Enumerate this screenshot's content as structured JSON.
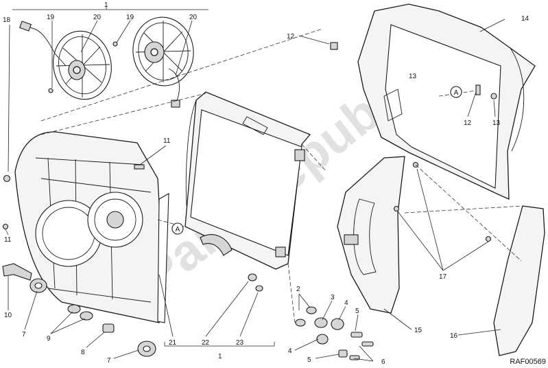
{
  "callouts": {
    "c1_top": "1",
    "c1_bottom": "1",
    "c2": "2",
    "c3": "3",
    "c4a": "4",
    "c4b": "4",
    "c5a": "5",
    "c5b": "5",
    "c6": "6",
    "c7a": "7",
    "c7b": "7",
    "c8": "8",
    "c9": "9",
    "c10": "10",
    "c11a": "11",
    "c11b": "11",
    "c12a": "12",
    "c12b": "12",
    "c13a": "13",
    "c13b": "13",
    "c14": "14",
    "c15": "15",
    "c16": "16",
    "c17": "17",
    "c18": "18",
    "c19a": "19",
    "c19b": "19",
    "c20a": "20",
    "c20b": "20",
    "c21": "21",
    "c22": "22",
    "c23": "23"
  },
  "reference_markers": {
    "left": "A",
    "right": "A"
  },
  "drawing_code": "RAF00569",
  "watermark": "PartsRepublik"
}
